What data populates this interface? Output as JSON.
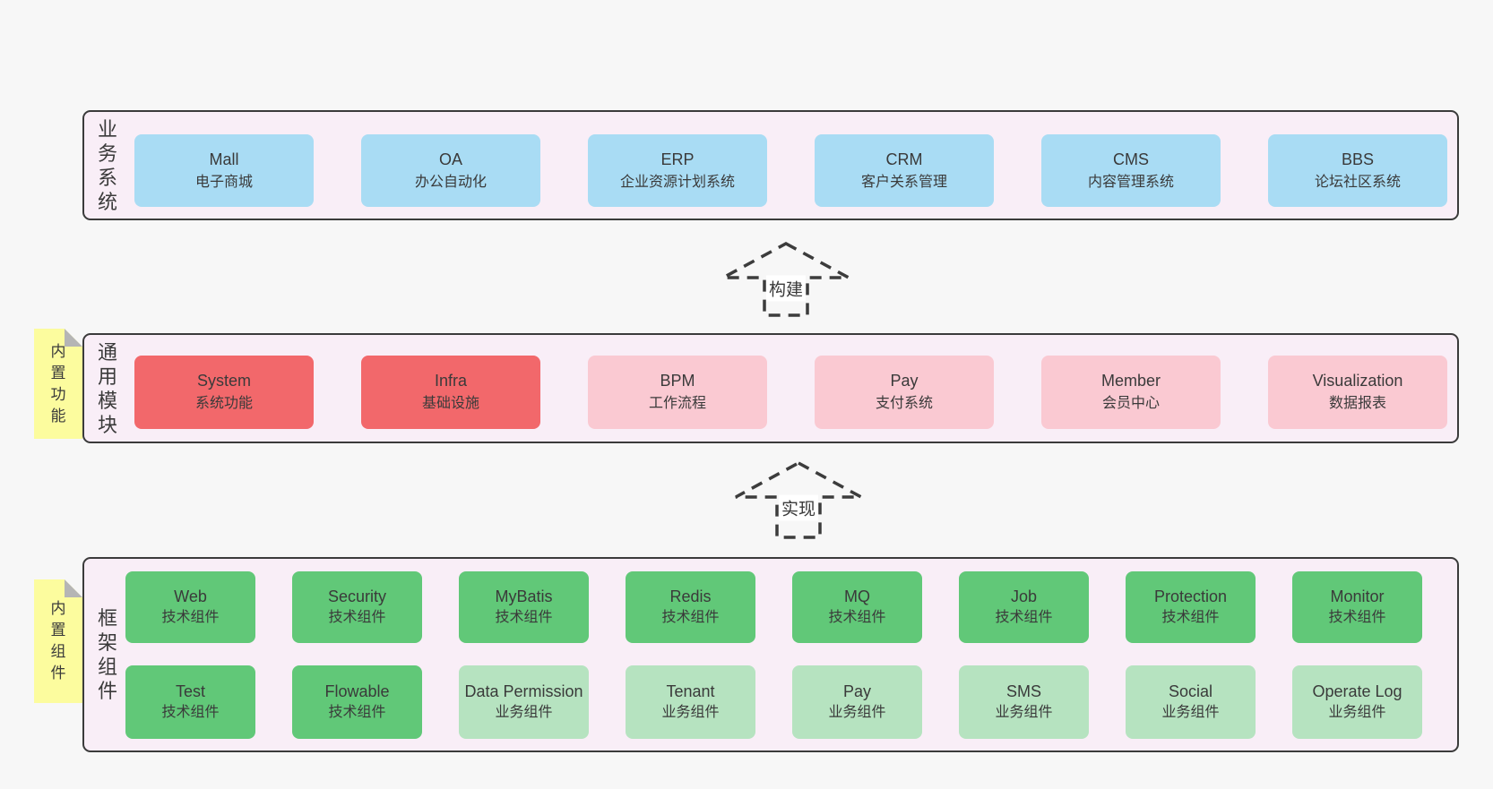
{
  "diagram": {
    "business": {
      "label": "业务系统",
      "items": [
        {
          "name": "Mall",
          "subtitle": "电子商城"
        },
        {
          "name": "OA",
          "subtitle": "办公自动化"
        },
        {
          "name": "ERP",
          "subtitle": "企业资源计划系统"
        },
        {
          "name": "CRM",
          "subtitle": "客户关系管理"
        },
        {
          "name": "CMS",
          "subtitle": "内容管理系统"
        },
        {
          "name": "BBS",
          "subtitle": "论坛社区系统"
        }
      ]
    },
    "modules": {
      "label": "通用模块",
      "note": "内置功能",
      "items": [
        {
          "name": "System",
          "subtitle": "系统功能"
        },
        {
          "name": "Infra",
          "subtitle": "基础设施"
        },
        {
          "name": "BPM",
          "subtitle": "工作流程"
        },
        {
          "name": "Pay",
          "subtitle": "支付系统"
        },
        {
          "name": "Member",
          "subtitle": "会员中心"
        },
        {
          "name": "Visualization",
          "subtitle": "数据报表"
        }
      ]
    },
    "components": {
      "label": "框架组件",
      "note": "内置组件",
      "row1": [
        {
          "name": "Web",
          "subtitle": "技术组件"
        },
        {
          "name": "Security",
          "subtitle": "技术组件"
        },
        {
          "name": "MyBatis",
          "subtitle": "技术组件"
        },
        {
          "name": "Redis",
          "subtitle": "技术组件"
        },
        {
          "name": "MQ",
          "subtitle": "技术组件"
        },
        {
          "name": "Job",
          "subtitle": "技术组件"
        },
        {
          "name": "Protection",
          "subtitle": "技术组件"
        },
        {
          "name": "Monitor",
          "subtitle": "技术组件"
        }
      ],
      "row2": [
        {
          "name": "Test",
          "subtitle": "技术组件"
        },
        {
          "name": "Flowable",
          "subtitle": "技术组件"
        },
        {
          "name": "Data Permission",
          "subtitle": "业务组件"
        },
        {
          "name": "Tenant",
          "subtitle": "业务组件"
        },
        {
          "name": "Pay",
          "subtitle": "业务组件"
        },
        {
          "name": "SMS",
          "subtitle": "业务组件"
        },
        {
          "name": "Social",
          "subtitle": "业务组件"
        },
        {
          "name": "Operate Log",
          "subtitle": "业务组件"
        }
      ]
    },
    "arrows": [
      {
        "label": "构建"
      },
      {
        "label": "实现"
      }
    ],
    "colors": {
      "page_bg": "#f7f7f7",
      "layer_bg": "#f9eef7",
      "layer_border": "#3b3b3b",
      "blue_box": "#a9dcf4",
      "red_box": "#f2686b",
      "pink_box": "#fac9d2",
      "green_box": "#61c878",
      "light_green_box": "#b6e3c0",
      "note_yellow": "#fcfc9e",
      "note_fold_gray": "#b5b5b5",
      "text": "#3a3a3a",
      "arrow_dash": "#3c3c3c"
    }
  }
}
